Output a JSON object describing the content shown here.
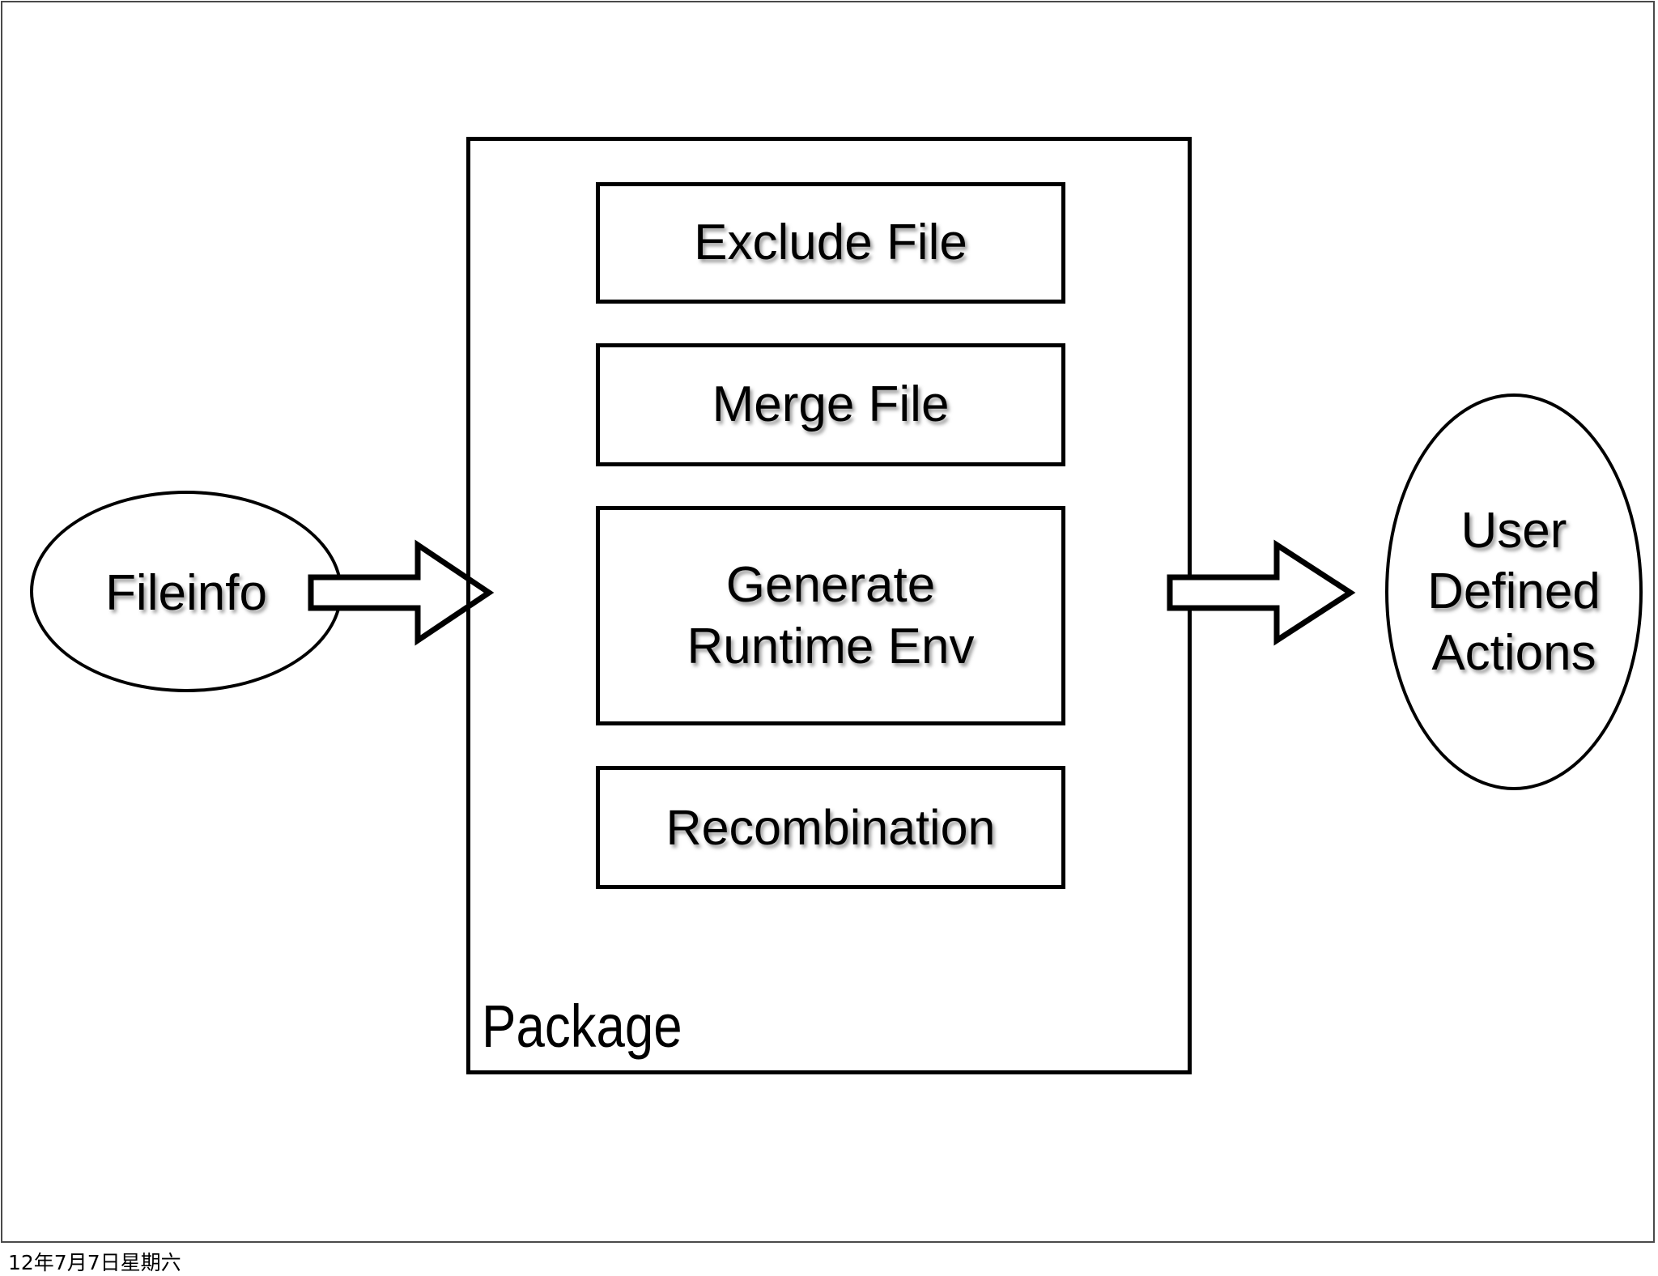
{
  "slide": {
    "footer_date": "12年7月7日星期六"
  },
  "diagram": {
    "type": "flow-diagram",
    "input_node": {
      "shape": "ellipse",
      "label": "Fileinfo"
    },
    "container": {
      "shape": "rectangle",
      "label": "Package",
      "steps": [
        {
          "label": "Exclude File"
        },
        {
          "label": "Merge File"
        },
        {
          "label": "Generate\nRuntime Env"
        },
        {
          "label": "Recombination"
        }
      ]
    },
    "output_node": {
      "shape": "ellipse",
      "label": "User\nDefined\nActions"
    },
    "connectors": [
      {
        "name": "fileinfo-to-package",
        "kind": "block-arrow",
        "direction": "right"
      },
      {
        "name": "package-to-actions",
        "kind": "block-arrow",
        "direction": "right"
      }
    ],
    "colors": {
      "stroke": "#000000",
      "text": "#000000",
      "background": "#ffffff",
      "slide_frame": "#4a4a4a"
    }
  }
}
